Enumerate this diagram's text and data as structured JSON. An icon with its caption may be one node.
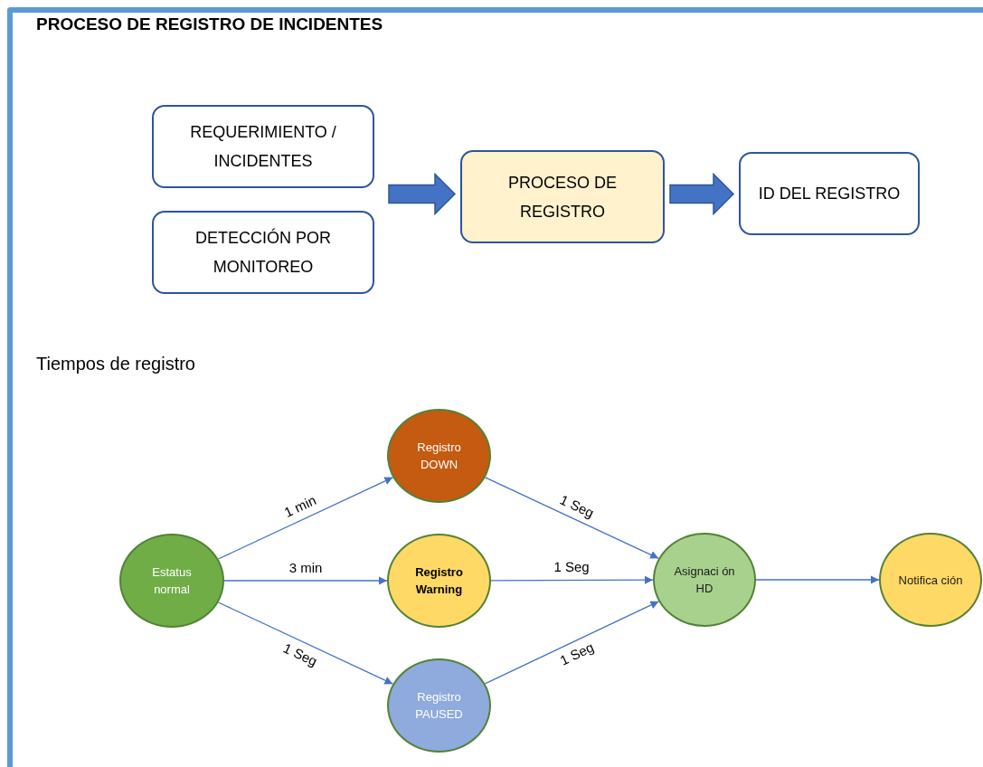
{
  "diagram": {
    "title": "PROCESO DE REGISTRO DE INCIDENTES",
    "nodes": [
      {
        "text": [
          "REQUERIMIENTO / INCIDENTES"
        ]
      },
      {
        "text": [
          "DETECCIÓN POR MONITOREO"
        ]
      },
      {
        "text": [
          "PROCESO DE REGISTRO"
        ]
      },
      {
        "text": [
          "ID DEL REGISTRO"
        ]
      },
      {
        "text": [
          "Estatus normal"
        ]
      },
      {
        "text": [
          "Registro DOWN"
        ]
      },
      {
        "text": [
          "Registro Warning"
        ]
      },
      {
        "text": [
          "Registro PAUSED"
        ]
      },
      {
        "text": [
          "Asignaci ón HD"
        ]
      },
      {
        "text": [
          "Notifica ción"
        ]
      }
    ],
    "edges": [
      {
        "from": 0,
        "to": 2,
        "arrow": "to",
        "style": "thick"
      },
      {
        "from": 1,
        "to": 2,
        "arrow": "to",
        "style": "thick"
      },
      {
        "from": 2,
        "to": 3,
        "arrow": "to",
        "style": "thick"
      },
      {
        "from": 4,
        "to": 5,
        "arrow": "to",
        "label": "1 min"
      },
      {
        "from": 4,
        "to": 6,
        "arrow": "to",
        "label": "3 min"
      },
      {
        "from": 4,
        "to": 7,
        "arrow": "to",
        "label": "1 Seg"
      },
      {
        "from": 5,
        "to": 8,
        "arrow": "to",
        "label": "1 Seg"
      },
      {
        "from": 6,
        "to": 8,
        "arrow": "to",
        "label": "1 Seg"
      },
      {
        "from": 7,
        "to": 8,
        "arrow": "to",
        "label": "1 Seg"
      },
      {
        "from": 8,
        "to": 9,
        "arrow": "to"
      }
    ],
    "labels": [
      "Tiempos de registro"
    ]
  }
}
